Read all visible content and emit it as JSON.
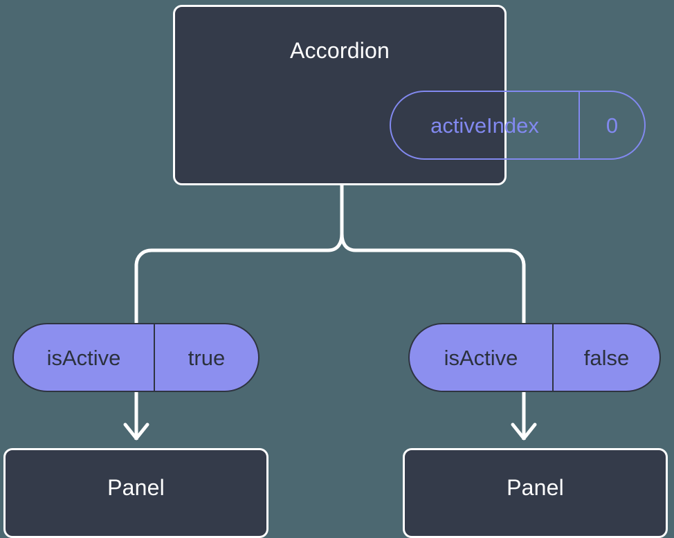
{
  "diagram": {
    "type": "component-state-tree",
    "background_color": "#4c6871",
    "root": {
      "name": "root-node",
      "title": "Accordion",
      "box_fill": "#343b4a",
      "box_border": "#ffffff",
      "state_pill": {
        "key": "activeIndex",
        "value": "0",
        "style": "outlined",
        "color": "#8289f0"
      }
    },
    "branches": [
      {
        "name": "left-branch",
        "prop_pill": {
          "key": "isActive",
          "value": "true",
          "style": "filled",
          "fill": "#8c8fef",
          "text_color": "#2b313d"
        },
        "child": {
          "title": "Panel",
          "box_fill": "#343b4a",
          "box_border": "#ffffff"
        },
        "arrow": "down-arrow"
      },
      {
        "name": "right-branch",
        "prop_pill": {
          "key": "isActive",
          "value": "false",
          "style": "filled",
          "fill": "#8c8fef",
          "text_color": "#2b313d"
        },
        "child": {
          "title": "Panel",
          "box_fill": "#343b4a",
          "box_border": "#ffffff"
        },
        "arrow": "down-arrow"
      }
    ],
    "connector_color": "#ffffff"
  }
}
